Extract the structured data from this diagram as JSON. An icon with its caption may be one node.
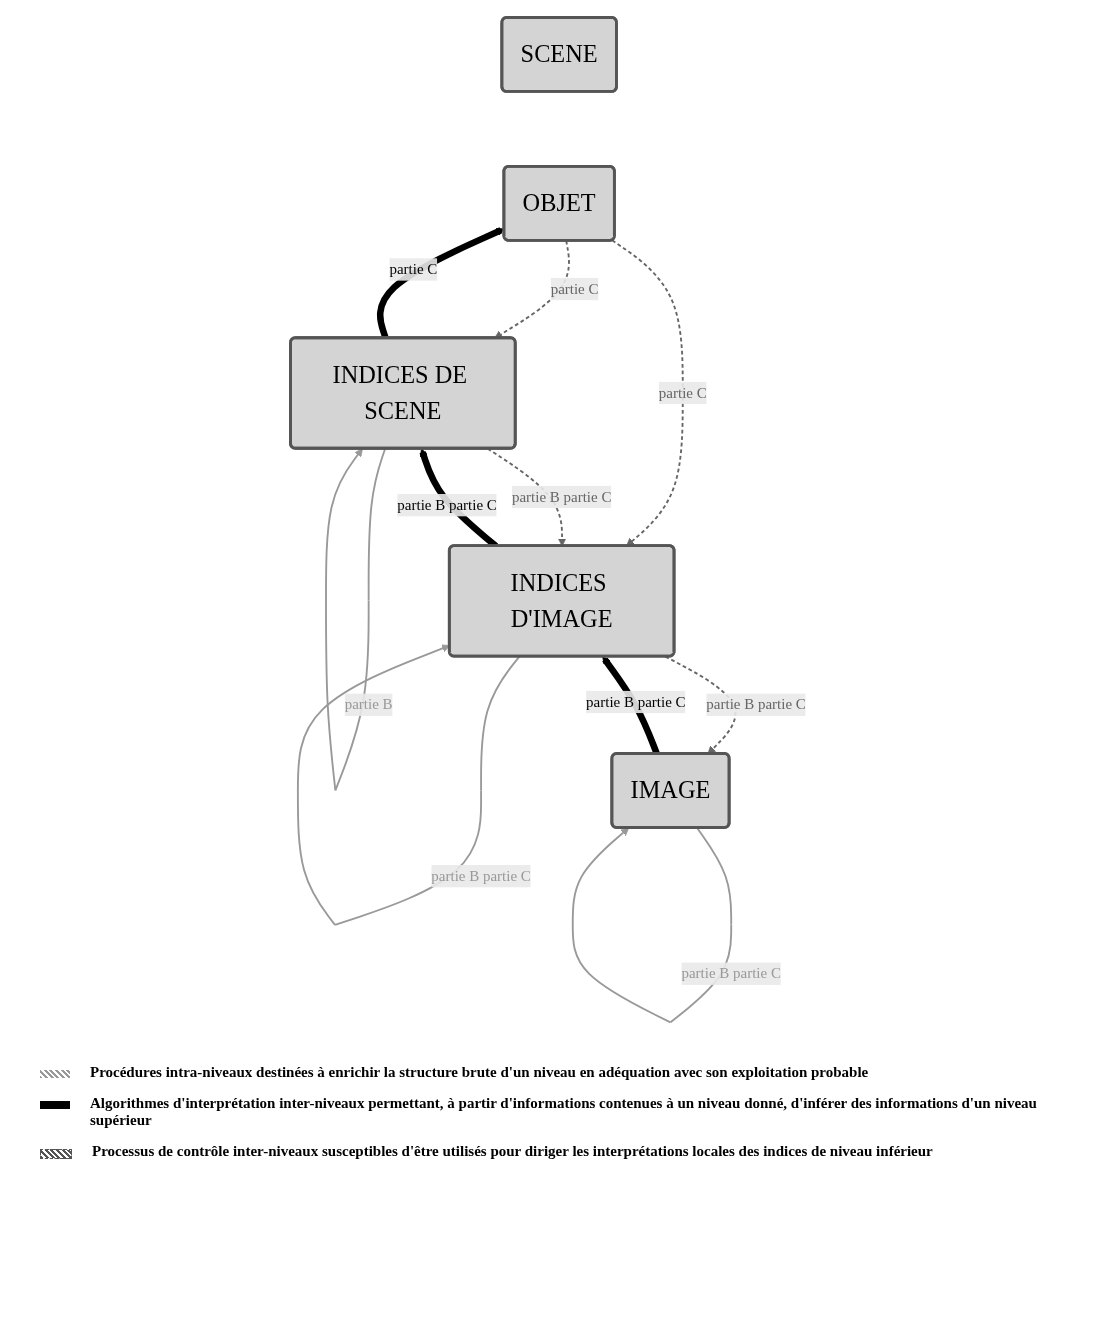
{
  "diagram": {
    "nodes": [
      {
        "text": [
          "SCENE"
        ]
      },
      {
        "text": [
          "OBJET"
        ]
      },
      {
        "text": [
          "INDICES DE SCENE"
        ]
      },
      {
        "text": [
          "INDICES D'IMAGE"
        ]
      },
      {
        "text": [
          "IMAGE"
        ]
      }
    ],
    "edges": [
      {
        "from": 4,
        "to": 3,
        "arrow": "to",
        "label": "partie B partie C",
        "style": "thick",
        "color": "#000000"
      },
      {
        "from": 3,
        "to": 2,
        "arrow": "to",
        "label": "partie B partie C",
        "style": "thick",
        "color": "#000000"
      },
      {
        "from": 2,
        "to": 1,
        "arrow": "to",
        "label": "partie C",
        "style": "thick",
        "color": "#000000"
      },
      {
        "from": 2,
        "to": 2,
        "arrow": "to",
        "label": "partie B",
        "color": "#999999"
      },
      {
        "from": 3,
        "to": 3,
        "arrow": "to",
        "label": "partie B partie C",
        "color": "#999999"
      },
      {
        "from": 4,
        "to": 4,
        "arrow": "to",
        "label": "partie B partie C",
        "color": "#999999"
      },
      {
        "from": 1,
        "to": 2,
        "arrow": "to",
        "label": "partie C",
        "style": "dashed"
      },
      {
        "from": 1,
        "to": 3,
        "arrow": "to",
        "label": "partie C",
        "style": "dashed"
      },
      {
        "from": 2,
        "to": 3,
        "arrow": "to",
        "label": "partie B partie C",
        "style": "dashed"
      },
      {
        "from": 3,
        "to": 4,
        "arrow": "to",
        "label": "partie B partie C",
        "style": "dashed"
      }
    ],
    "legend": [
      {
        "text": "Procédures intra-niveaux destinées à enrichir la structure brute d'un niveau en adéquation avec son exploitation probable"
      },
      {
        "text": "Algorithmes d'interprétation inter-niveaux permettant, à partir d'informations contenues à un niveau donné, d'inférer des informations d'un niveau supérieur"
      },
      {
        "text": "Processus de contrôle inter-niveaux susceptibles d'être utilisés pour diriger les interprétations locales des indices de niveau inférieur"
      }
    ]
  }
}
